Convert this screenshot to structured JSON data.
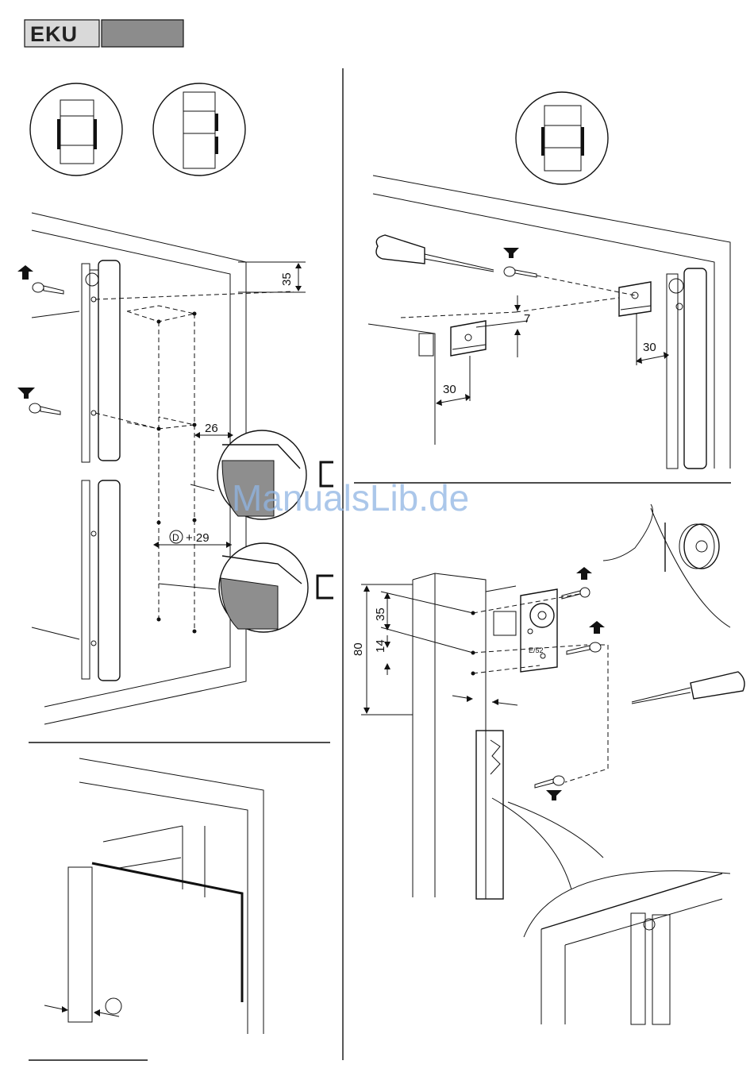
{
  "header": {
    "logo_text": "EKU"
  },
  "watermark": {
    "text": "ManualsLib.de"
  },
  "panel_top_left": {
    "dim_top": "35",
    "dim_side": "26",
    "dim_wide_symbol": "D",
    "dim_wide_value": "+ 29"
  },
  "panel_top_right": {
    "dim_height": "7",
    "dim_left_offset": "30",
    "dim_right_offset": "30"
  },
  "panel_bottom_right": {
    "dim_total": "80",
    "dim_upper": "35",
    "dim_lower": "14",
    "bracket_label": "E/52"
  },
  "colors": {
    "line": "#111111",
    "logo_box": "#d9d9d9",
    "logo_box_dark": "#8c8c8c",
    "shade": "#8e8e8e"
  }
}
